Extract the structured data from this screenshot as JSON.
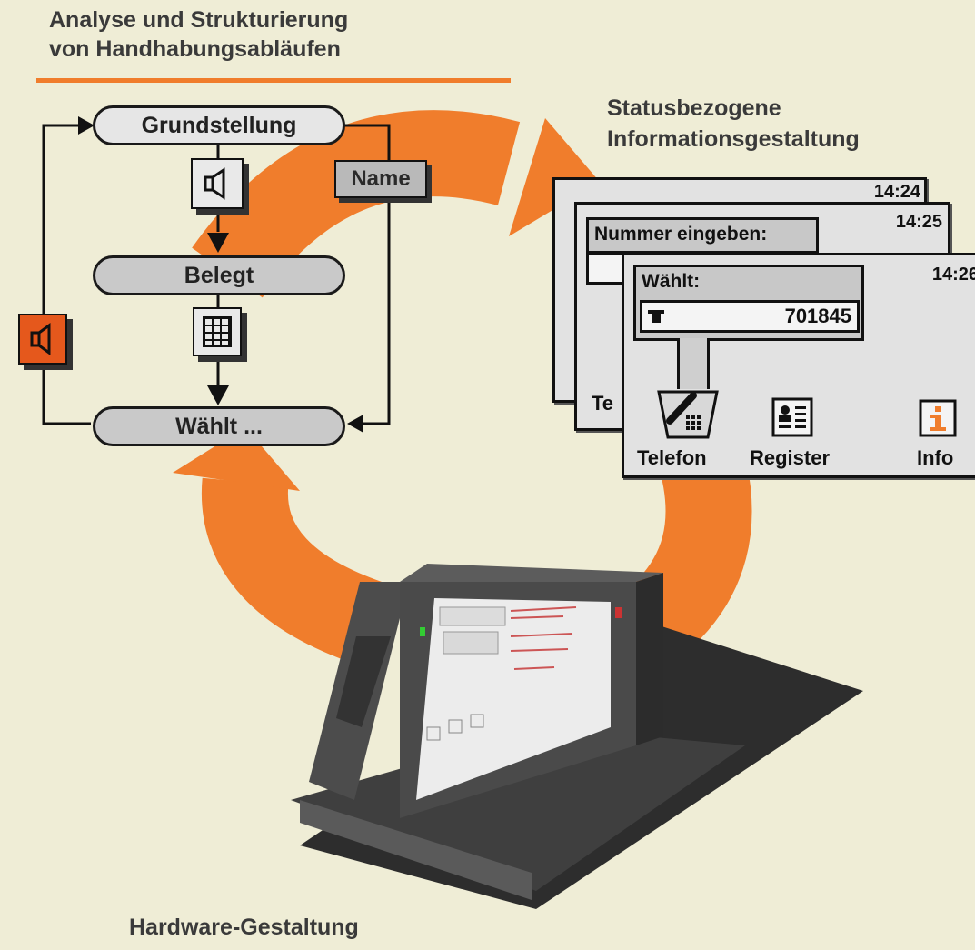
{
  "heading_flow": {
    "line1": "Analyse und Strukturierung",
    "line2": "von Handhabungsabläufen"
  },
  "heading_status": {
    "line1": "Statusbezogene",
    "line2": "Informationsgestaltung"
  },
  "heading_hardware": "Hardware-Gestaltung",
  "flow": {
    "state_idle": "Grundstellung",
    "state_busy": "Belegt",
    "state_dialing": "Wählt ...",
    "name_tag": "Name",
    "speaker_icon": "speaker-icon",
    "keypad_icon": "keypad-icon",
    "side_speaker_icon": "speaker-icon"
  },
  "screens": {
    "back": {
      "time": "14:24"
    },
    "middle": {
      "time": "14:25",
      "prompt": "Nummer eingeben:"
    },
    "front": {
      "time": "14:26",
      "status": "Wählt:",
      "number": "701845",
      "buttons": [
        "Telefon",
        "Register",
        "Info"
      ]
    },
    "partial_label": "Te"
  },
  "colors": {
    "accent": "#f07d2c",
    "background": "#efedd6",
    "speaker_box": "#e5581c"
  }
}
